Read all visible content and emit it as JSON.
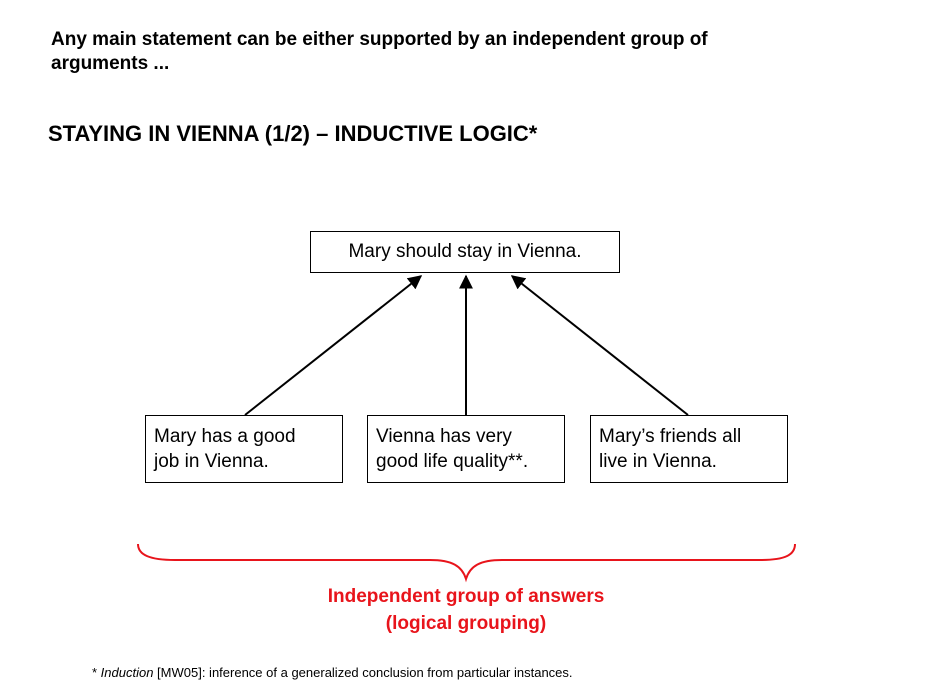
{
  "intro": {
    "line1": "Any main statement can be either supported by an independent group of",
    "line2": "arguments ..."
  },
  "title": "STAYING IN VIENNA (1/2) – INDUCTIVE LOGIC*",
  "diagram": {
    "root": "Mary should stay in Vienna.",
    "arguments": [
      {
        "line1": "Mary has a good",
        "line2": "job in Vienna."
      },
      {
        "line1": "Vienna has very",
        "line2": "good life quality**."
      },
      {
        "line1": "Mary’s friends all",
        "line2": "live in Vienna."
      }
    ],
    "arrow_color": "#000000"
  },
  "group": {
    "line1": "Independent group of answers",
    "line2": "(logical grouping)",
    "color": "#e8141b"
  },
  "footnote": {
    "marker": "* ",
    "term": "Induction",
    "text": " [MW05]: inference of a generalized conclusion from particular instances."
  }
}
